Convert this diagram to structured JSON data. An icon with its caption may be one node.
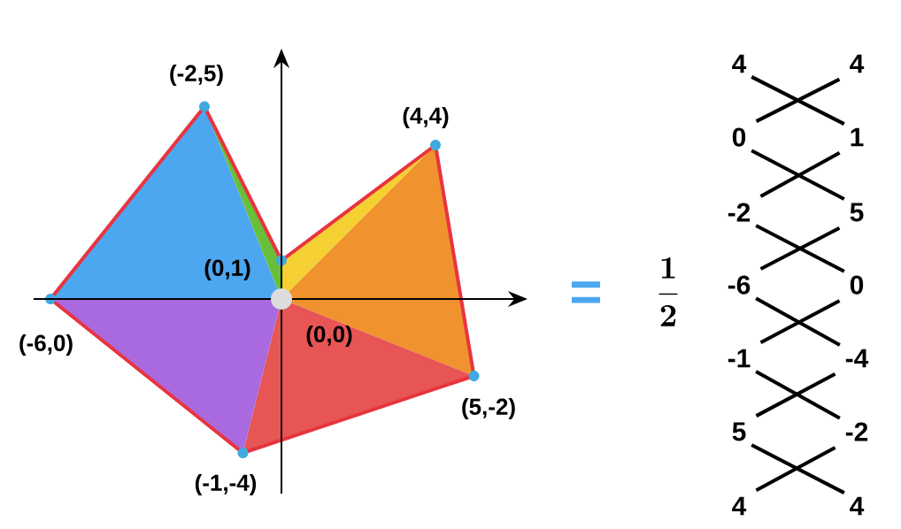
{
  "diagram": {
    "nodes": [
      {
        "text": [
          "4"
        ]
      },
      {
        "text": [
          "4"
        ]
      },
      {
        "text": [
          "0"
        ]
      },
      {
        "text": [
          "1"
        ]
      },
      {
        "text": [
          "-2"
        ]
      },
      {
        "text": [
          "5"
        ]
      },
      {
        "text": [
          "-6"
        ]
      },
      {
        "text": [
          "0"
        ]
      },
      {
        "text": [
          "-1"
        ]
      },
      {
        "text": [
          "-4"
        ]
      },
      {
        "text": [
          "5"
        ]
      },
      {
        "text": [
          "-2"
        ]
      },
      {
        "text": [
          "4"
        ]
      },
      {
        "text": [
          "4"
        ]
      }
    ],
    "edges": [
      {
        "from": 0,
        "to": 3,
        "arrow": "none"
      },
      {
        "from": 1,
        "to": 2,
        "arrow": "none"
      },
      {
        "from": 2,
        "to": 5,
        "arrow": "none"
      },
      {
        "from": 3,
        "to": 4,
        "arrow": "none"
      },
      {
        "from": 4,
        "to": 7,
        "arrow": "none"
      },
      {
        "from": 5,
        "to": 6,
        "arrow": "none"
      },
      {
        "from": 6,
        "to": 9,
        "arrow": "none"
      },
      {
        "from": 7,
        "to": 8,
        "arrow": "none"
      },
      {
        "from": 8,
        "to": 11,
        "arrow": "none"
      },
      {
        "from": 9,
        "to": 10,
        "arrow": "none"
      },
      {
        "from": 10,
        "to": 13,
        "arrow": "none"
      },
      {
        "from": 11,
        "to": 12,
        "arrow": "none"
      }
    ],
    "labels": [
      "(-2,5)",
      "(4,4)",
      "(0,1)",
      "(-6,0)",
      "(0,0)",
      "(5,-2)",
      "(-1,-4)",
      "=",
      "\\frac{1}{2}"
    ]
  }
}
